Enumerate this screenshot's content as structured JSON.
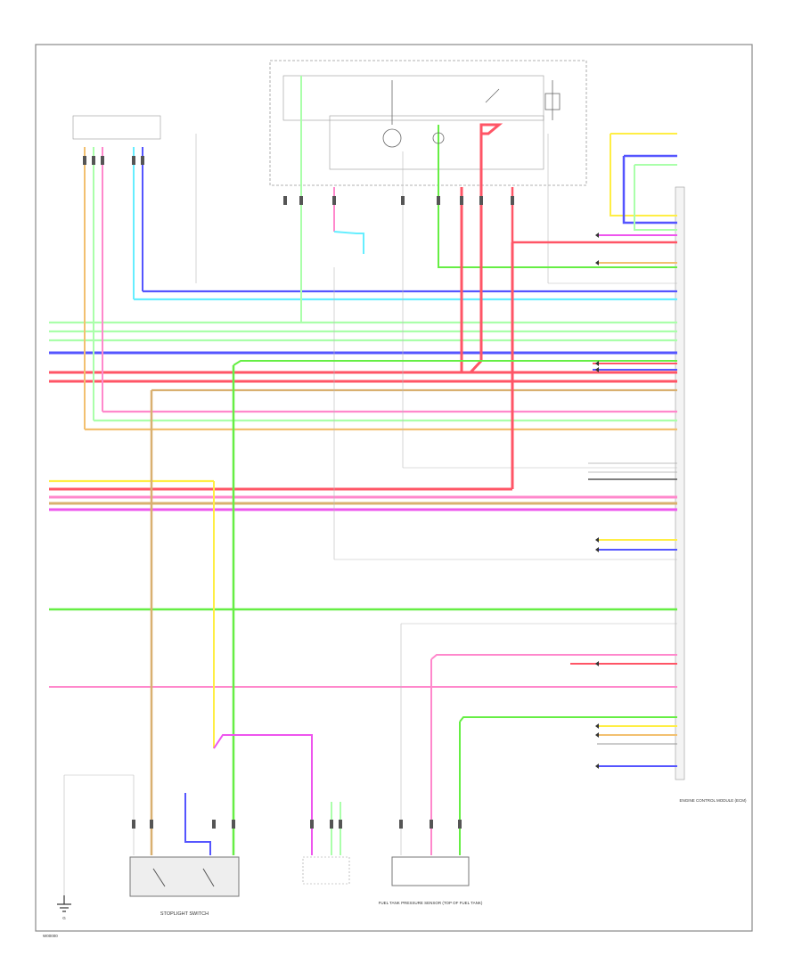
{
  "colors": {
    "yellow": "#ffee44",
    "orange": "#f2c070",
    "tan": "#d9b070",
    "pink": "#ff88cc",
    "magenta": "#ee55ee",
    "lightgreen": "#aaffaa",
    "green": "#66ee44",
    "blue": "#5555ff",
    "cyan": "#66eeff",
    "red": "#ff5566",
    "gray": "#999999",
    "black": "#333333",
    "frame": "#888888"
  },
  "components": {
    "stoplight_switch": "STOPLIGHT SWITCH",
    "fuel_tank_sensor": "FUEL TANK PRESSURE SENSOR (TOP OF FUEL TANK)",
    "ecm_label": "ENGINE CONTROL MODULE (ECM)",
    "ground_label": "G",
    "diagram_id": "W00000"
  }
}
